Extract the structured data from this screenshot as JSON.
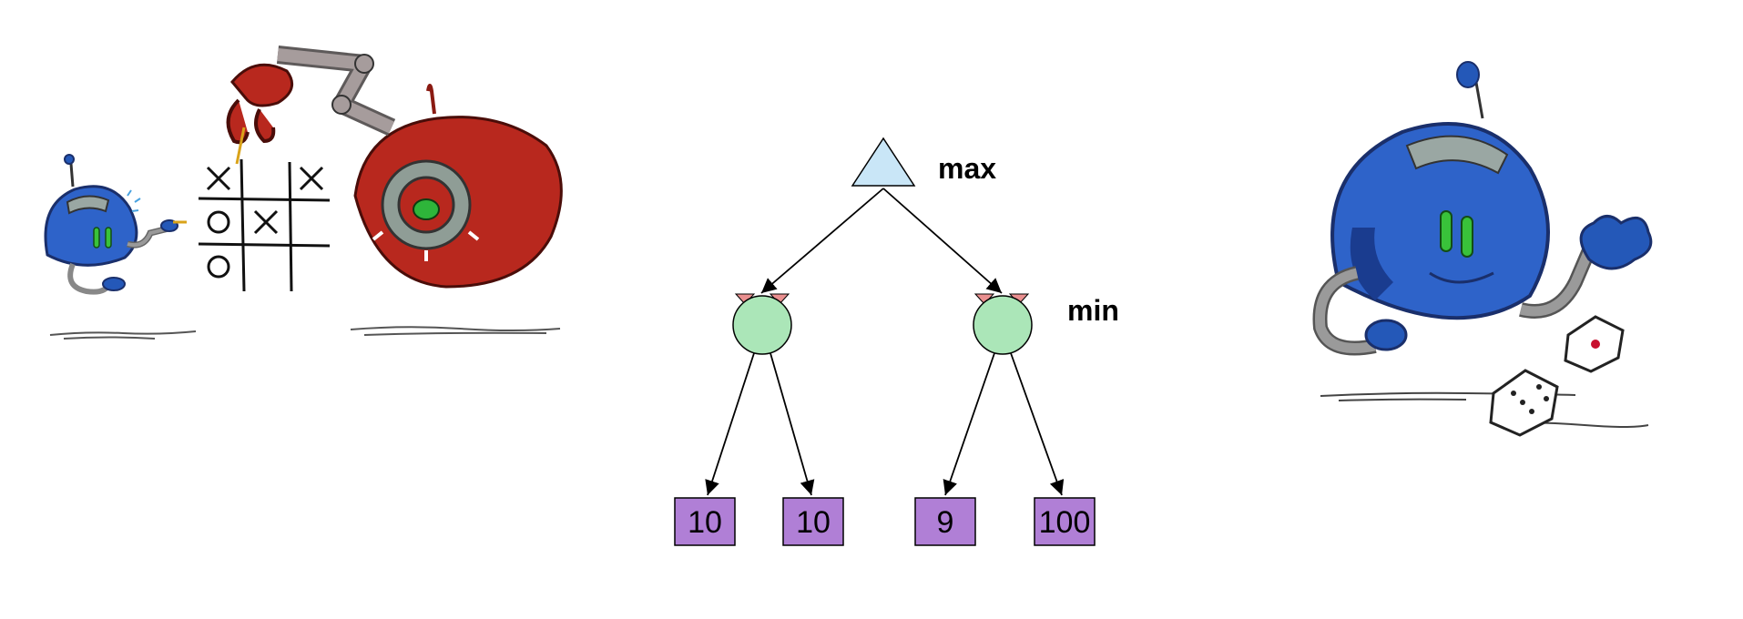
{
  "diagram": {
    "max_label": "max",
    "min_label": "min",
    "leaves": [
      "10",
      "10",
      "9",
      "100"
    ],
    "colors": {
      "max_node": "#c9e6f7",
      "min_node": "#abe6b8",
      "min_ears": "#e98f8f",
      "leaf": "#b07fd6",
      "edge": "#000000"
    }
  },
  "illustrations": [
    {
      "name": "tic-tac-toe-robots",
      "board": [
        "X",
        "",
        "X",
        "O",
        "X",
        "",
        "O",
        "",
        ""
      ]
    },
    {
      "name": "robot-rolling-dice"
    }
  ]
}
